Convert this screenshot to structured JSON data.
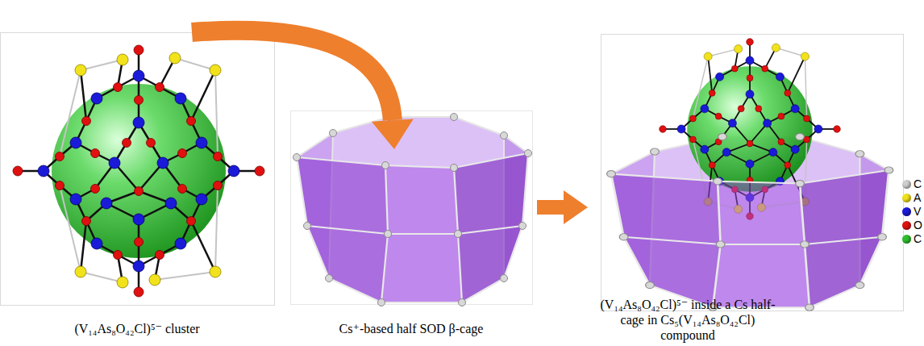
{
  "diagram": {
    "nodes": [
      {
        "text": [
          "(V₁₄As₈O₄₂Cl)⁵⁻ cluster"
        ]
      },
      {
        "text": [
          "Cs⁺-based half SOD β-cage"
        ]
      },
      {
        "text": [
          "(V₁₄As₈O₄₂Cl)⁵⁻ inside a Cs half-cage in Cs₅(V₁₄As₈O₄₂Cl) compound"
        ]
      }
    ],
    "edges": [
      {
        "from": 0,
        "to": 1,
        "arrow": "to"
      },
      {
        "from": 1,
        "to": 2,
        "arrow": "to"
      }
    ],
    "legend": [
      {
        "text": "C",
        "color": "#cfcfcf"
      },
      {
        "text": "A",
        "color": "#f2e21b"
      },
      {
        "text": "V",
        "color": "#1a1ad8"
      },
      {
        "text": "O",
        "color": "#e01010"
      },
      {
        "text": "C",
        "color": "#2fbf2f"
      }
    ]
  }
}
